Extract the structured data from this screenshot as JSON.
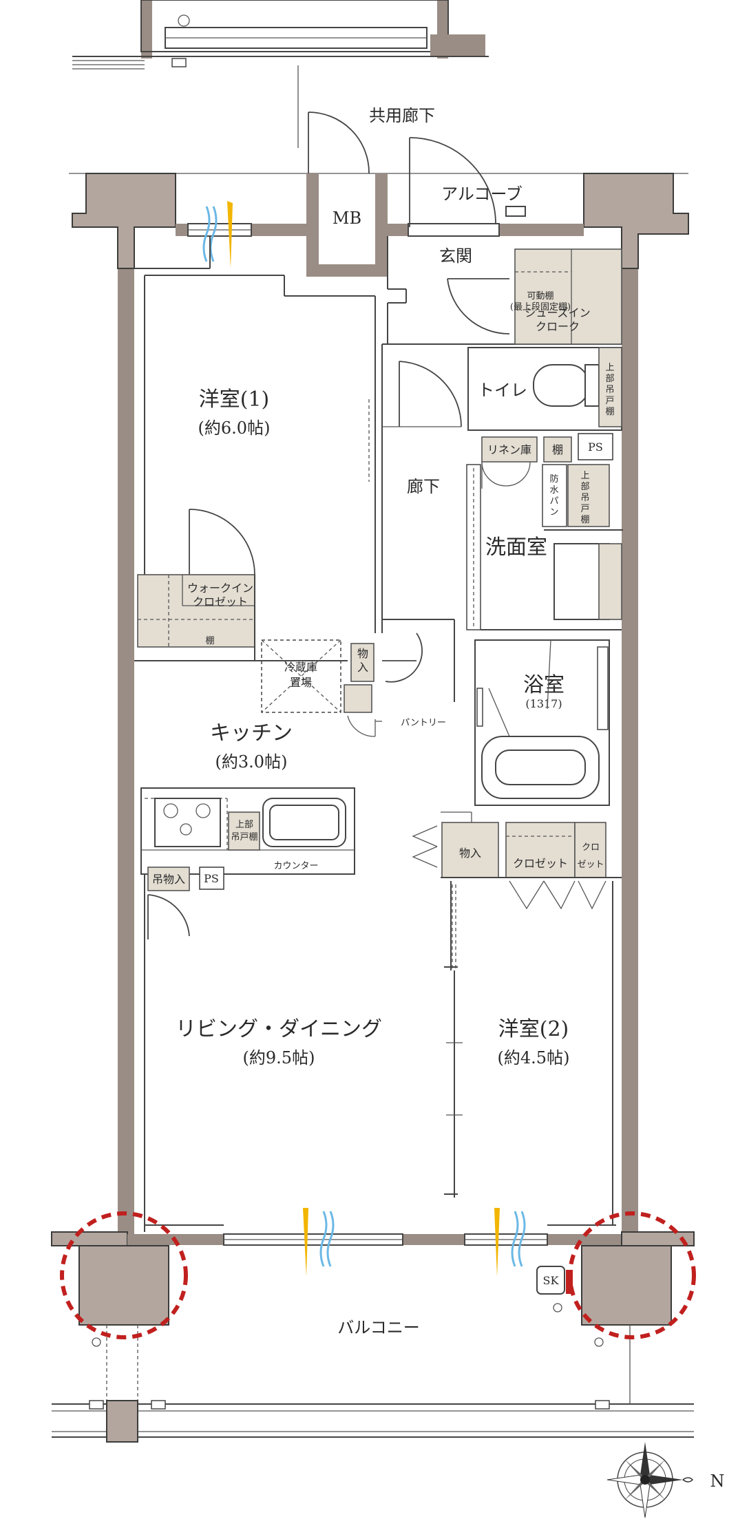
{
  "rooms": {
    "corridor_common": "共用廊下",
    "alcove": "アルコーブ",
    "mb": "MB",
    "entrance": "玄関",
    "shoe_shelf_line1": "可動棚",
    "shoe_shelf_line2": "(最上段固定棚)",
    "shoe_closet_line1": "シューズイン",
    "shoe_closet_line2": "クローク",
    "toilet": "トイレ",
    "toilet_upper_cabinet": [
      "上",
      "部",
      "吊",
      "戸",
      "棚"
    ],
    "bedroom1_name": "洋室(1)",
    "bedroom1_size": "(約6.0帖)",
    "hallway": "廊下",
    "linen": "リネン庫",
    "shelf_small": "棚",
    "ps_top": "PS",
    "waterproof_pan": [
      "防",
      "水",
      "パ",
      "ン"
    ],
    "washroom_upper_cabinet": [
      "上",
      "部",
      "吊",
      "戸",
      "棚"
    ],
    "washroom": "洗面室",
    "walkin_line1": "ウォークイン",
    "walkin_line2": "クロゼット",
    "shelf_walkin": "棚",
    "fridge_line1": "冷蔵庫",
    "fridge_line2": "置場",
    "storage_kitchen": [
      "物",
      "入"
    ],
    "pantry": "パントリー",
    "bath": "浴室",
    "bath_size": "(1317)",
    "kitchen_name": "キッチン",
    "kitchen_size": "(約3.0帖)",
    "kitchen_upper_line1": "上部",
    "kitchen_upper_line2": "吊戸棚",
    "hanging_storage": "吊物入",
    "ps_kitchen": "PS",
    "counter": "カウンター",
    "storage_bedroom2": "物入",
    "closet": "クロゼット",
    "closet_small": [
      "クロ",
      "ゼット"
    ],
    "living_name": "リビング・ダイニング",
    "living_size": "(約9.5帖)",
    "bedroom2_name": "洋室(2)",
    "bedroom2_size": "(約4.5帖)",
    "balcony": "バルコニー",
    "sk": "SK"
  },
  "compass": {
    "north": "N"
  },
  "colors": {
    "wall": "#9a8d85",
    "pillar": "#b3a69e",
    "storage": "#e3ddd2",
    "highlight": "#c0201e",
    "air_yellow": "#f2b500",
    "air_blue": "#6ab8e6"
  }
}
